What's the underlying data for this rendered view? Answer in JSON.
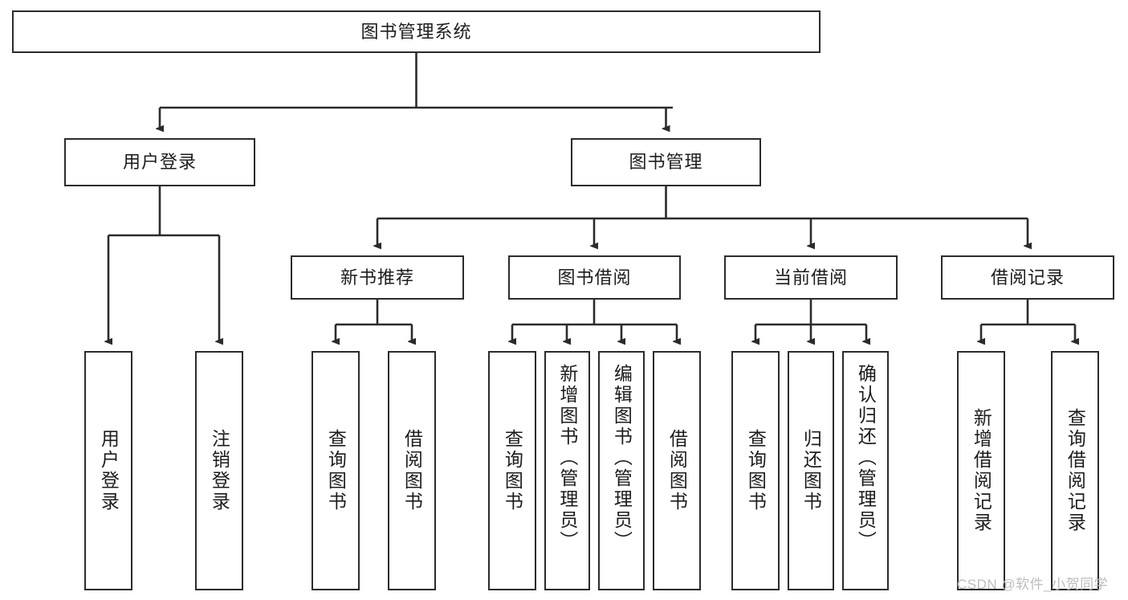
{
  "diagram": {
    "title": "图书管理系统",
    "type": "hierarchy-tree",
    "colors": {
      "box_border": "#2b2b2b",
      "box_fill": "#ffffff",
      "edge": "#2b2b2b",
      "text": "#1c1c1c",
      "watermark": "#bdbdbd"
    },
    "root": {
      "label": "图书管理系统"
    },
    "level2": [
      {
        "label": "用户登录"
      },
      {
        "label": "图书管理"
      }
    ],
    "level3": [
      {
        "label": "新书推荐"
      },
      {
        "label": "图书借阅"
      },
      {
        "label": "当前借阅"
      },
      {
        "label": "借阅记录"
      }
    ],
    "leaves": {
      "user_login": [
        {
          "label": "用户登录"
        },
        {
          "label": "注销登录"
        }
      ],
      "new_book_recommend": [
        {
          "label": "查询图书"
        },
        {
          "label": "借阅图书"
        }
      ],
      "book_borrow": [
        {
          "label": "查询图书"
        },
        {
          "label": "新增图书（管理员）"
        },
        {
          "label": "编辑图书（管理员）"
        },
        {
          "label": "借阅图书"
        }
      ],
      "current_borrow": [
        {
          "label": "查询图书"
        },
        {
          "label": "归还图书"
        },
        {
          "label": "确认归还（管理员）"
        }
      ],
      "borrow_record": [
        {
          "label": "新增借阅记录"
        },
        {
          "label": "查询借阅记录"
        }
      ]
    },
    "watermark": "CSDN @软件_小贺同学"
  }
}
